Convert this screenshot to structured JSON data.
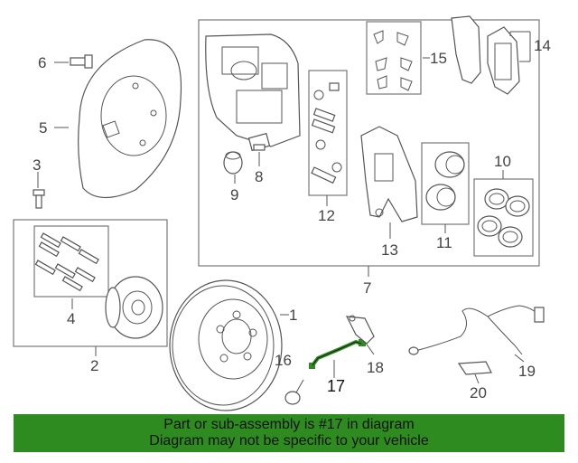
{
  "diagram": {
    "callouts": [
      "1",
      "2",
      "3",
      "4",
      "5",
      "6",
      "7",
      "8",
      "9",
      "10",
      "11",
      "12",
      "13",
      "14",
      "15",
      "16",
      "17",
      "18",
      "19",
      "20"
    ],
    "highlighted_part": "17"
  },
  "banner": {
    "line1": "Part or sub-assembly is #17 in diagram",
    "line2": "Diagram may not be specific to your vehicle",
    "color": "#2e8b1f"
  },
  "colors": {
    "highlight": "#2e8b1f"
  }
}
